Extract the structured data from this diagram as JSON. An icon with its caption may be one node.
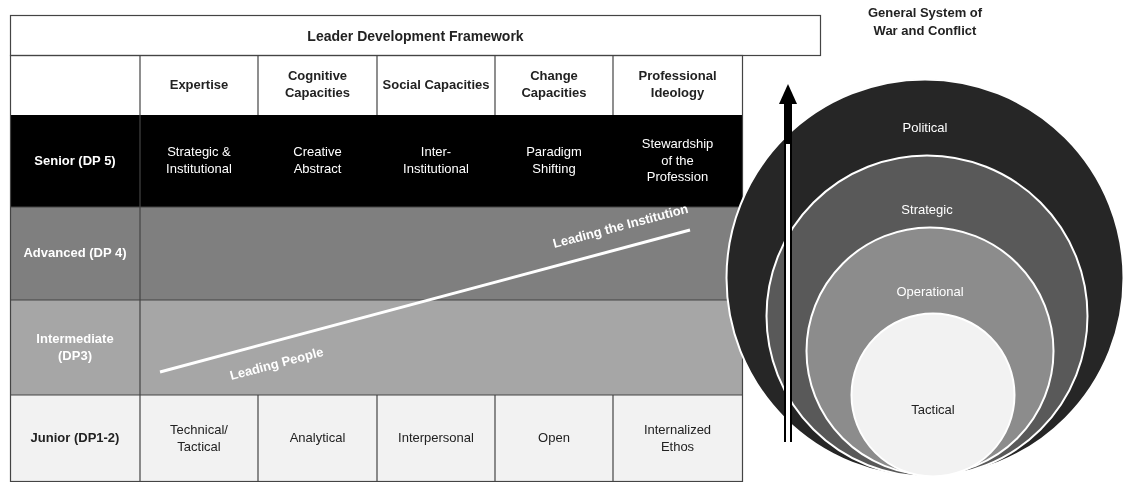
{
  "diagram": {
    "nodes": [
      {
        "text": [
          "General System of War and Conflict",
          "Political"
        ]
      },
      {
        "text": [
          "Strategic"
        ],
        "in": 0
      },
      {
        "text": [
          "Operational"
        ],
        "in": 1
      },
      {
        "text": [
          "Tactical"
        ],
        "in": 2
      }
    ],
    "labels": [
      "Leader Development Framework",
      "Expertise",
      "Cognitive Capacities",
      "Social Capacities",
      "Change Capacities",
      "Professional Ideology",
      "Senior (DP 5)",
      "Strategic & Institutional",
      "Creative Abstract",
      "Inter- Institutional",
      "Paradigm Shifting",
      "Stewardship of the Profession",
      "Advanced (DP 4)",
      "Intermediate (DP3)",
      "Junior (DP1-2)",
      "Technical/ Tactical",
      "Analytical",
      "Interpersonal",
      "Open",
      "Internalized Ethos",
      "Leading the Institution",
      "Leading People"
    ]
  }
}
